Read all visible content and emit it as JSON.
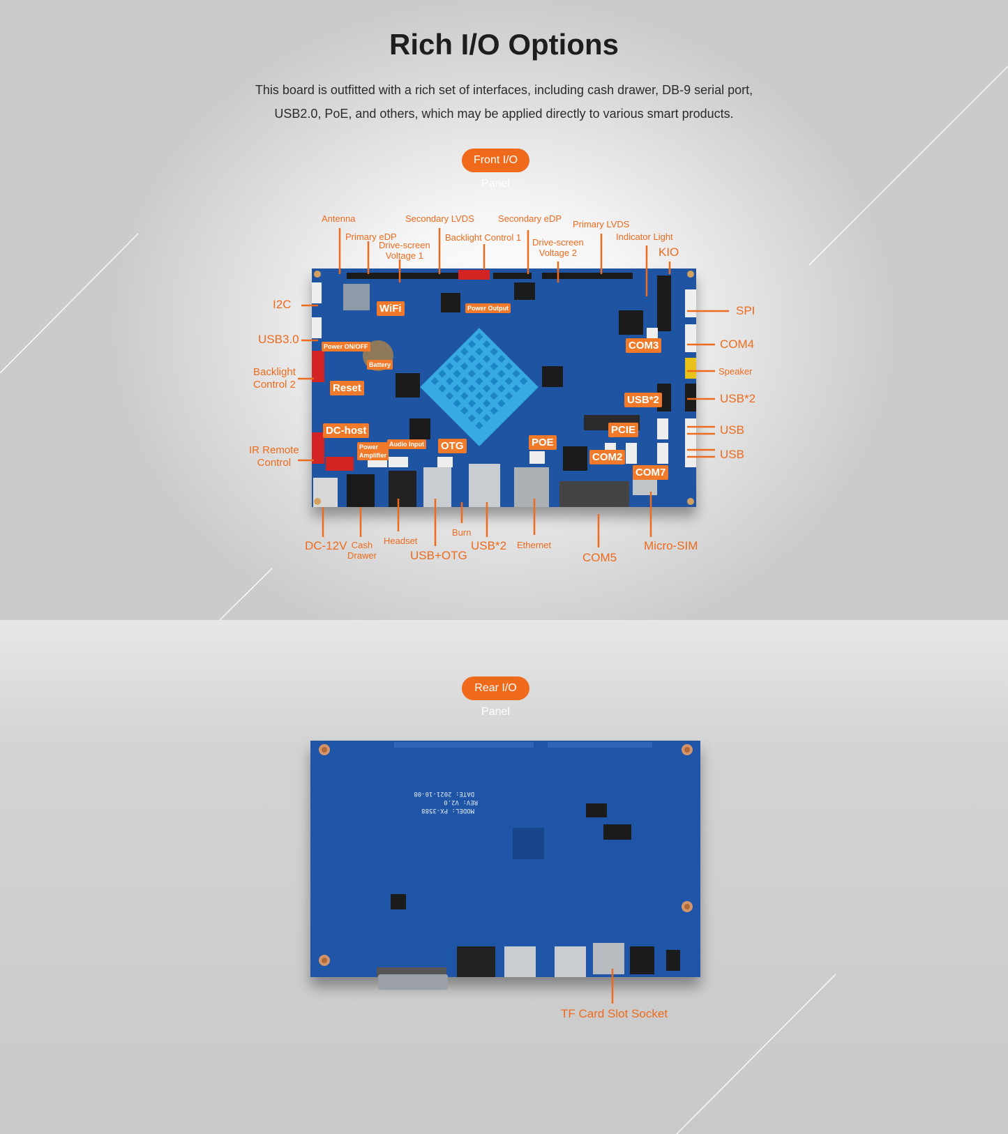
{
  "header": {
    "title": "Rich I/O Options",
    "description": "This board is outfitted with a rich set of interfaces, including cash drawer, DB-9 serial port, USB2.0, PoE, and others, which may be applied directly to various smart products."
  },
  "front_panel": {
    "badge": "Front I/O Panel",
    "labels": {
      "antenna": "Antenna",
      "primary_edp": "Primary eDP",
      "drive_screen_voltage_1": "Drive-screen\nVoltage 1",
      "secondary_lvds": "Secondary LVDS",
      "backlight_control_1": "Backlight Control 1",
      "secondary_edp": "Secondary eDP",
      "drive_screen_voltage_2": "Drive-screen\nVoltage 2",
      "primary_lvds": "Primary LVDS",
      "indicator_light": "Indicator Light",
      "kio": "KIO",
      "i2c": "I2C",
      "usb30": "USB3.0",
      "backlight_control_2": "Backlight\nControl 2",
      "ir_remote_control": "IR Remote\nControl",
      "spi": "SPI",
      "com4": "COM4",
      "speaker": "Speaker",
      "usb2_right": "USB*2",
      "usb_right_1": "USB",
      "usb_right_2": "USB",
      "dc12v": "DC-12V",
      "cash_drawer": "Cash\nDrawer",
      "headset": "Headset",
      "usb_otg": "USB+OTG",
      "burn": "Burn",
      "usb2_bottom": "USB*2",
      "ethernet": "Ethernet",
      "com5": "COM5",
      "micro_sim": "Micro-SIM"
    },
    "board_tags": {
      "wifi": "WiFi",
      "power_output": "Power Output",
      "power_on_off": "Power ON/OFF",
      "battery": "Battery",
      "reset": "Reset",
      "com3": "COM3",
      "usb2": "USB*2",
      "pcie": "PCIE",
      "dc_host": "DC-host",
      "power_amplifier": "Power\nAmplifier",
      "audio_input": "Audio Input",
      "otg": "OTG",
      "poe": "POE",
      "com2": "COM2",
      "com7": "COM7"
    }
  },
  "rear_panel": {
    "badge": "Rear I/O Panel",
    "labels": {
      "tf_card": "TF Card Slot Socket"
    },
    "silkscreen": {
      "model": "MODEL: PX-3588",
      "rev": "REV: V2.0",
      "date": "DATE: 2021-10-08"
    }
  },
  "colors": {
    "accent": "#ef6a1a",
    "board_blue": "#1d4f9a",
    "title": "#1e1e1e"
  }
}
